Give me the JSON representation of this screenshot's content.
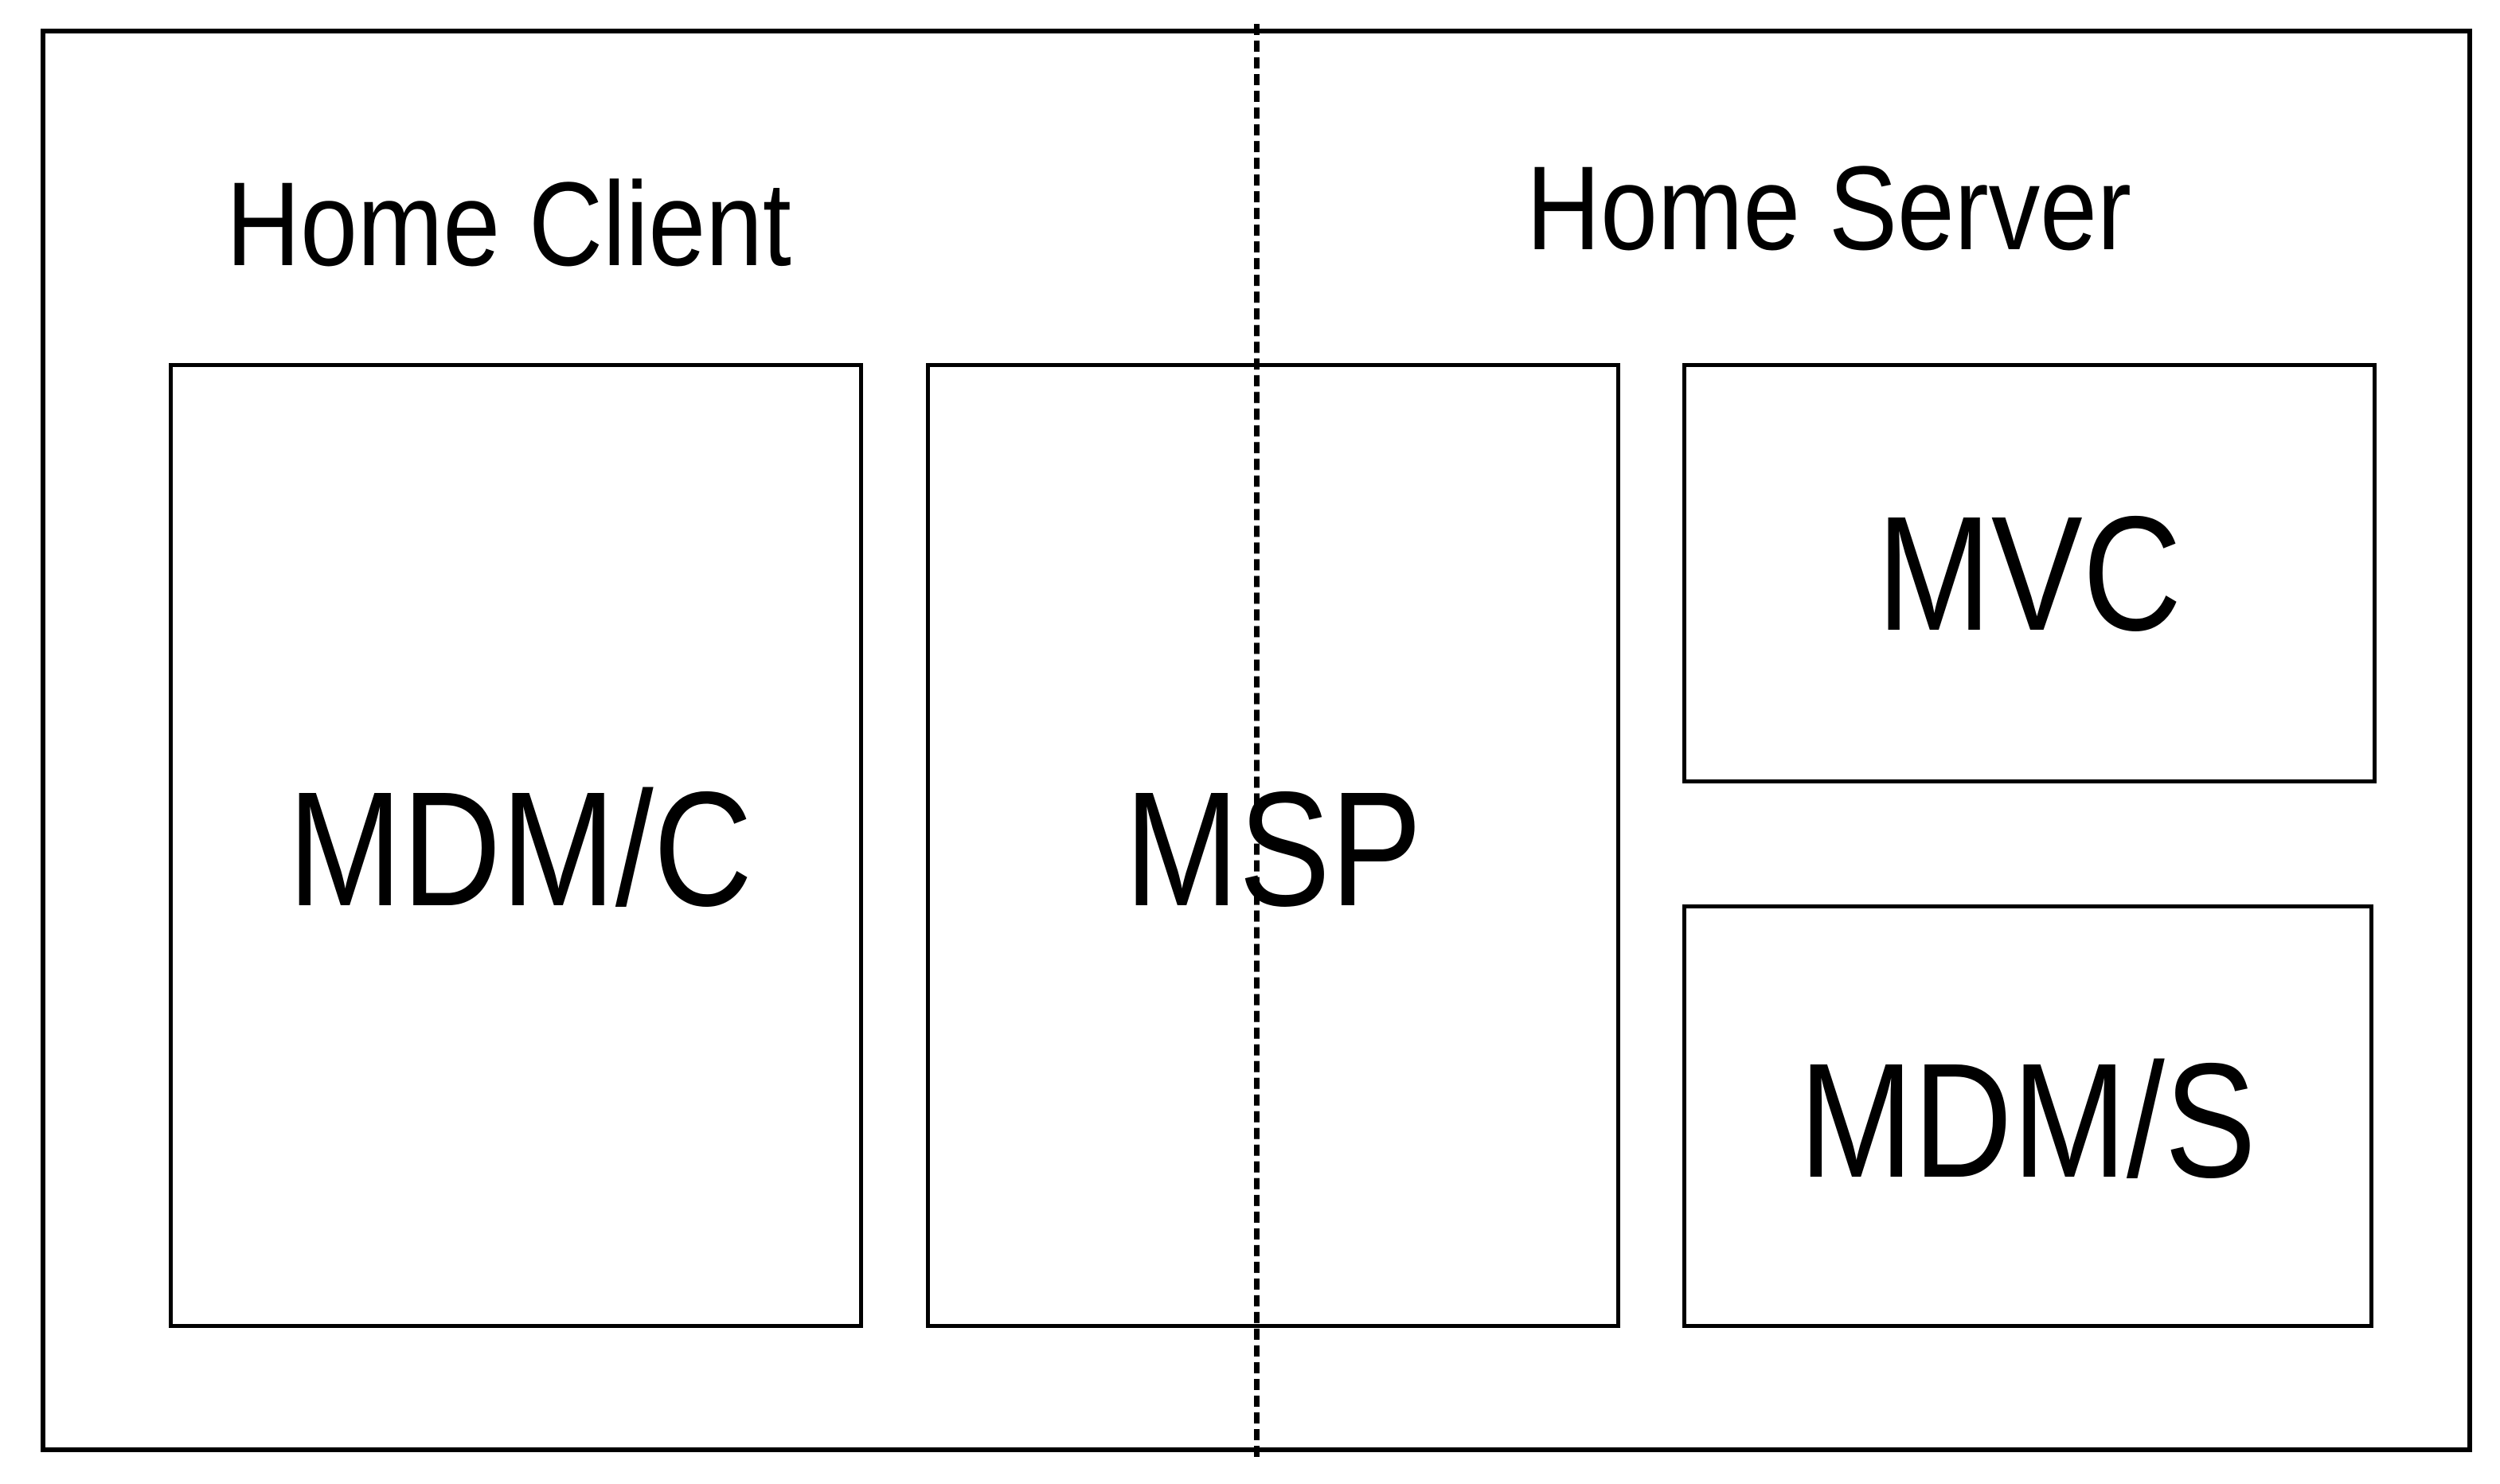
{
  "sections": {
    "client_label": "Home Client",
    "server_label": "Home Server"
  },
  "boxes": {
    "mdm_c": "MDM/C",
    "msp": "MSP",
    "mvc": "MVC",
    "mdm_s": "MDM/S"
  },
  "colors": {
    "line": "#000000",
    "background": "#ffffff"
  }
}
